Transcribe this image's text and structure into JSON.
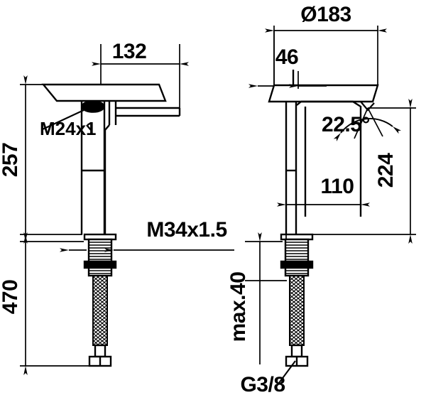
{
  "drawing": {
    "title": "Faucet technical dimension drawing",
    "units": "mm",
    "line_color": "#000000",
    "background_color": "#ffffff",
    "views": [
      {
        "name": "front-elevation",
        "side": "left"
      },
      {
        "name": "side-elevation",
        "side": "right"
      }
    ]
  },
  "dimensions": {
    "spout_reach": "132",
    "overall_height": "257",
    "supply_hose_length": "470",
    "body_thread": "M34x1.5",
    "cartridge_thread": "M24x1",
    "swivel_diameter": "Ø183",
    "base_offset": "46",
    "lever_angle": "22.5°",
    "spout_height": "110",
    "spout_total_height": "224",
    "max_deck_thickness": "max.40",
    "hose_connection": "G3/8"
  }
}
